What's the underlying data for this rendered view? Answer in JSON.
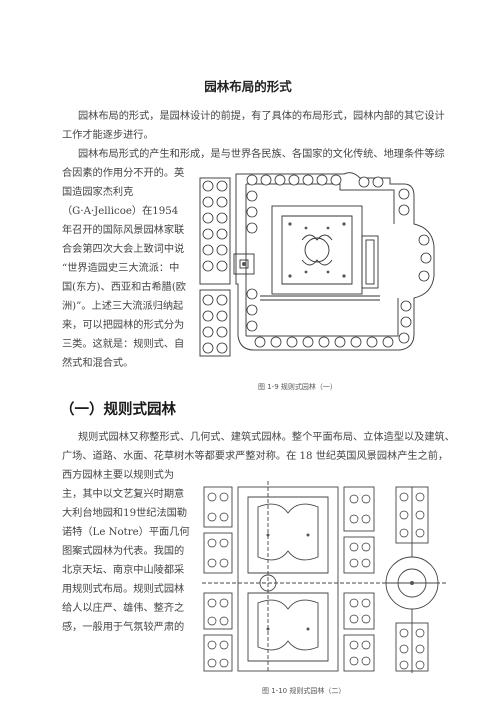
{
  "title": "园林布局的形式",
  "intro": {
    "p1": [
      "园林布局的形式，是园林设计的前提，有了具体的布局形式，园林内部的其它设计",
      "工作才能逐步进行。"
    ],
    "p2_full": "园林布局形式的产生和形成，是与世界各民族、各国家的文化传统、地理条件等综",
    "p2_wrap": [
      "合因素的作用分不开的。英",
      "国造园家杰利克",
      "（G·A·Jellicoe）在1954",
      "年召开的国际风景园林家联",
      "合会第四次大会上致词中说",
      "“世界造园史三大流派：中",
      "国(东方)、西亚和古希腊(欧",
      "洲)”。上述三大流派归纳起",
      "来，可以把园林的形式分为",
      "三类。这就是：规则式、自",
      "然式和混合式。"
    ]
  },
  "figure1_caption": "图 1-9   规则式园林（一）",
  "section_heading": "（一）规则式园林",
  "section": {
    "full_lines": [
      "规则式园林又称整形式、几何式、建筑式园林。整个平面布局、立体造型以及建筑、",
      "广场、道路、水面、花草树木等都要求严整对称。在 18 世纪英国风景园林产生之前，"
    ],
    "wrap": [
      "西方园林主要以规则式为",
      "主，其中以文艺复兴时期意",
      "大利台地园和19世纪法国勒",
      "诺特（Le Notre）平面几何",
      "图案式园林为代表。我国的",
      "北京天坛、南京中山陵都采",
      "用规则式布局。规则式园林",
      "给人以庄严、雄伟、整齐之",
      "感，一般用于气氛较严肃的"
    ]
  },
  "figure2_caption": "图 1-10   规则式园林（二）"
}
